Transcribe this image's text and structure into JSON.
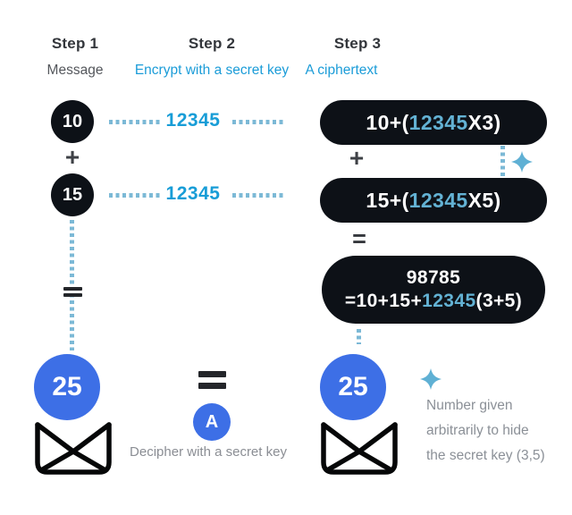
{
  "colors": {
    "dark_shape": "#0d1117",
    "royal_blue": "#3d6fe6",
    "bright_blue": "#189dd7",
    "key_in_pill_blue": "#63b2d4",
    "dash_blue": "#7cb9d6",
    "caption_gray": "#8b9097"
  },
  "headers": {
    "step1": {
      "title": "Step 1",
      "subtitle": "Message"
    },
    "step2": {
      "title": "Step 2",
      "subtitle": "Encrypt with a secret key"
    },
    "step3": {
      "title": "Step 3",
      "subtitle": "A ciphertext"
    }
  },
  "rows": {
    "row1": {
      "message": "10",
      "key": "12345",
      "cipher": {
        "prefix": "10+(",
        "key": "12345",
        "suffix": "X3)"
      }
    },
    "row2": {
      "message": "15",
      "key": "12345",
      "cipher": {
        "prefix": "15+(",
        "key": "12345",
        "suffix": "X5)"
      }
    }
  },
  "operators": {
    "plus": "+",
    "equals": "="
  },
  "result_pill": {
    "line1": "98785",
    "line2": {
      "prefix": "=10+15+",
      "key": "12345",
      "suffix": "(3+5)"
    }
  },
  "bottom": {
    "left_result": "25",
    "right_result": "25",
    "decipher_badge": "A",
    "decipher_caption": "Decipher with a secret key",
    "note_lines": [
      "Number given",
      "arbitrarily to hide",
      "the secret key (3,5)"
    ]
  },
  "icon_names": {
    "sparkle": "sparkle-icon",
    "envelope": "open-envelope-icon"
  }
}
